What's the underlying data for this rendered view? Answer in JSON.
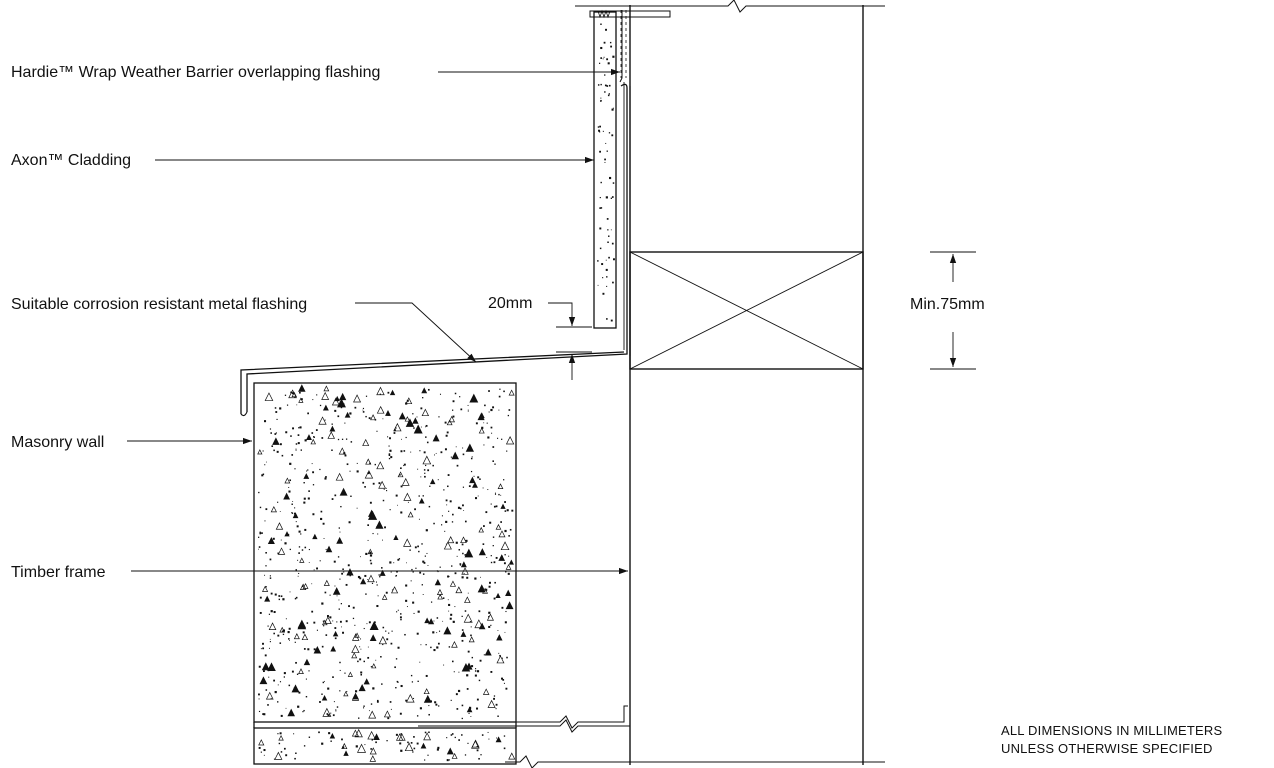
{
  "labels": {
    "weather_barrier": "Hardie™ Wrap Weather Barrier overlapping flashing",
    "cladding": "Axon™ Cladding",
    "flashing": "Suitable corrosion resistant metal flashing",
    "masonry": "Masonry wall",
    "timber": "Timber frame"
  },
  "dimensions": {
    "gap": "20mm",
    "lap": "Min.75mm"
  },
  "notes": {
    "line1": "ALL DIMENSIONS IN MILLIMETERS",
    "line2": "UNLESS OTHERWISE SPECIFIED"
  }
}
